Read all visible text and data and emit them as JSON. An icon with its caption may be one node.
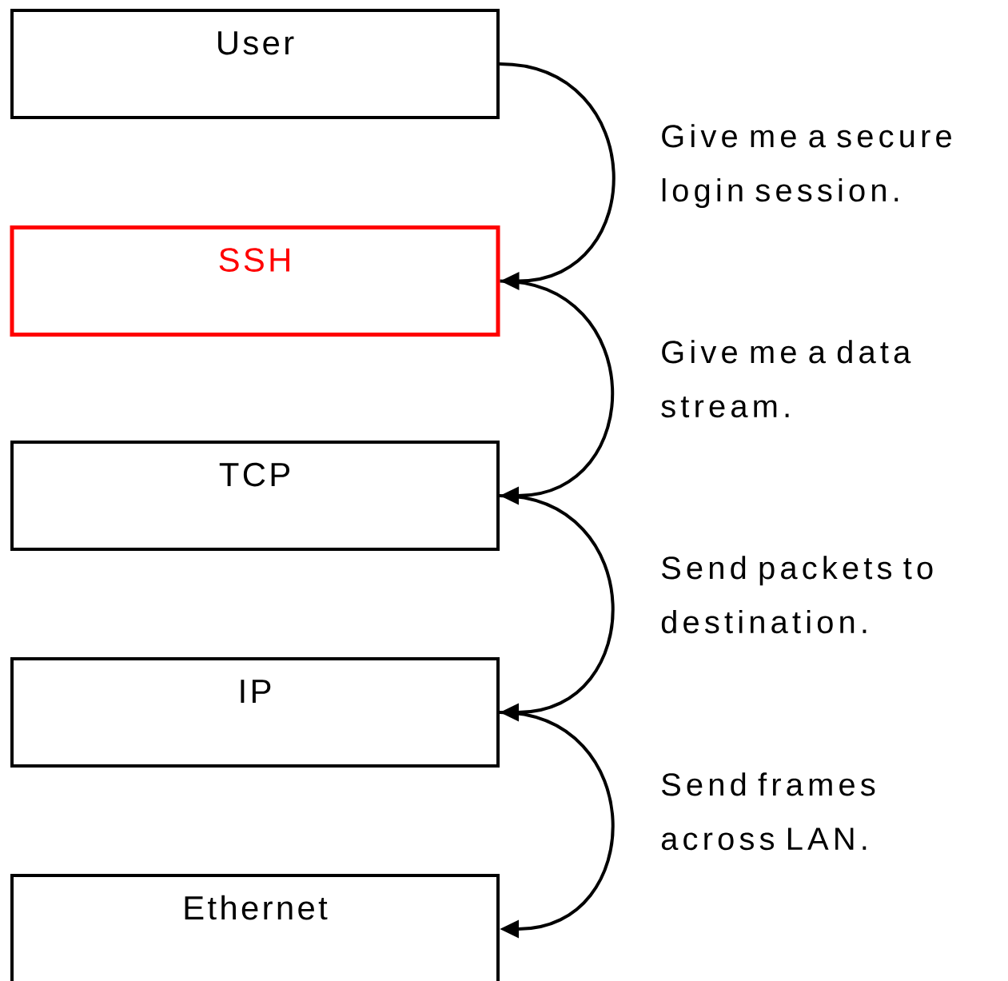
{
  "diagram": {
    "nodes": [
      {
        "text": [
          "User"
        ]
      },
      {
        "text": [
          "SSH"
        ]
      },
      {
        "text": [
          "TCP"
        ]
      },
      {
        "text": [
          "IP"
        ]
      },
      {
        "text": [
          "Ethernet"
        ]
      }
    ],
    "edges": [
      {
        "from": 0,
        "to": 1,
        "arrow": "to",
        "label": "Give me a secure login session."
      },
      {
        "from": 1,
        "to": 2,
        "arrow": "to",
        "label": "Give me a data stream."
      },
      {
        "from": 2,
        "to": 3,
        "arrow": "to",
        "label": "Send packets to destination."
      },
      {
        "from": 3,
        "to": 4,
        "arrow": "to",
        "label": "Send frames across LAN."
      }
    ]
  }
}
